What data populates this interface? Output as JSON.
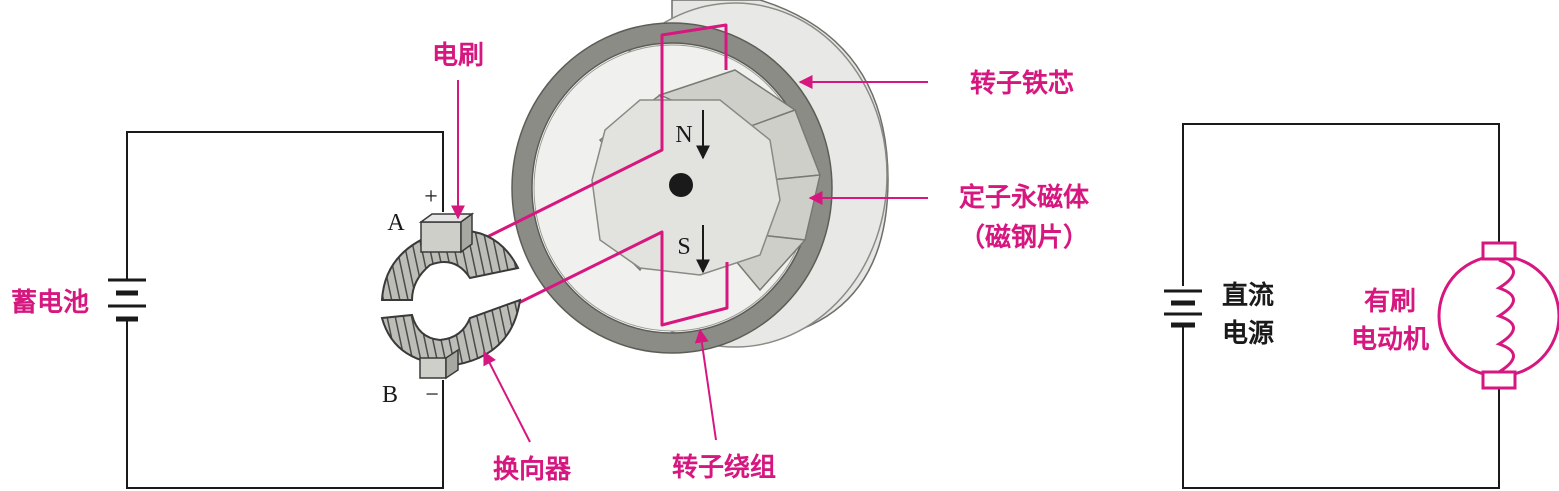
{
  "colors": {
    "accent": "#d6177f",
    "wire": "#1a1a1a",
    "core_fill": "#e6e6e4",
    "core_ring": "#8c8c86",
    "magnet_fill": "#cfcfca",
    "text_dark": "#1a1a1a"
  },
  "labels": {
    "brush": "电刷",
    "rotor_core": "转子铁芯",
    "stator_magnet": "定子永磁体",
    "magnet_sheet": "（磁钢片）",
    "battery": "蓄电池",
    "commutator": "换向器",
    "rotor_winding": "转子绕组",
    "dc_source_1": "直流",
    "dc_source_2": "电源",
    "brushed_motor_1": "有刷",
    "brushed_motor_2": "电动机"
  },
  "markers": {
    "terminal_a": "A",
    "terminal_b": "B",
    "plus": "+",
    "minus": "−",
    "north": "N",
    "south": "S"
  }
}
